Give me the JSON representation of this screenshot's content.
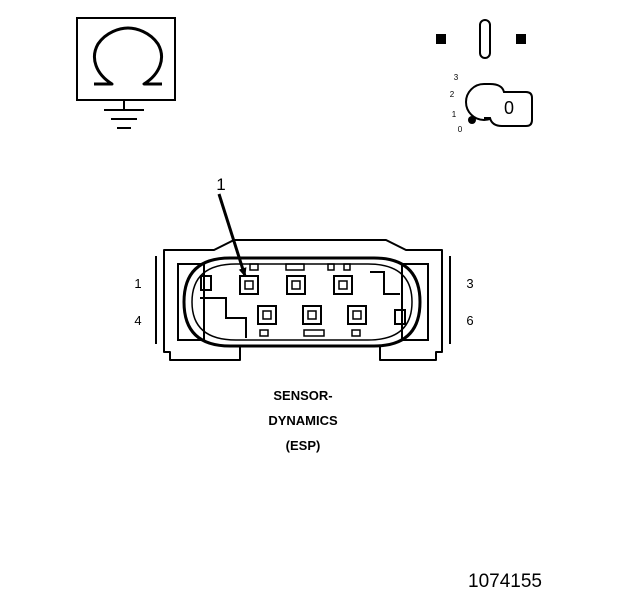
{
  "ohmmeter_symbol": {
    "icon": "ohm-ground-icon",
    "glyph": "Ω"
  },
  "ignition_switch": {
    "icon": "ignition-key-icon",
    "key_label": "0",
    "positions": [
      "3",
      "2",
      "1",
      "0"
    ]
  },
  "connector": {
    "callout_label": "1",
    "pin_labels": {
      "top_left": "1",
      "top_right": "3",
      "bottom_left": "4",
      "bottom_right": "6"
    },
    "name_lines": [
      "SENSOR-",
      "DYNAMICS",
      "(ESP)"
    ]
  },
  "figure_number": "1074155"
}
